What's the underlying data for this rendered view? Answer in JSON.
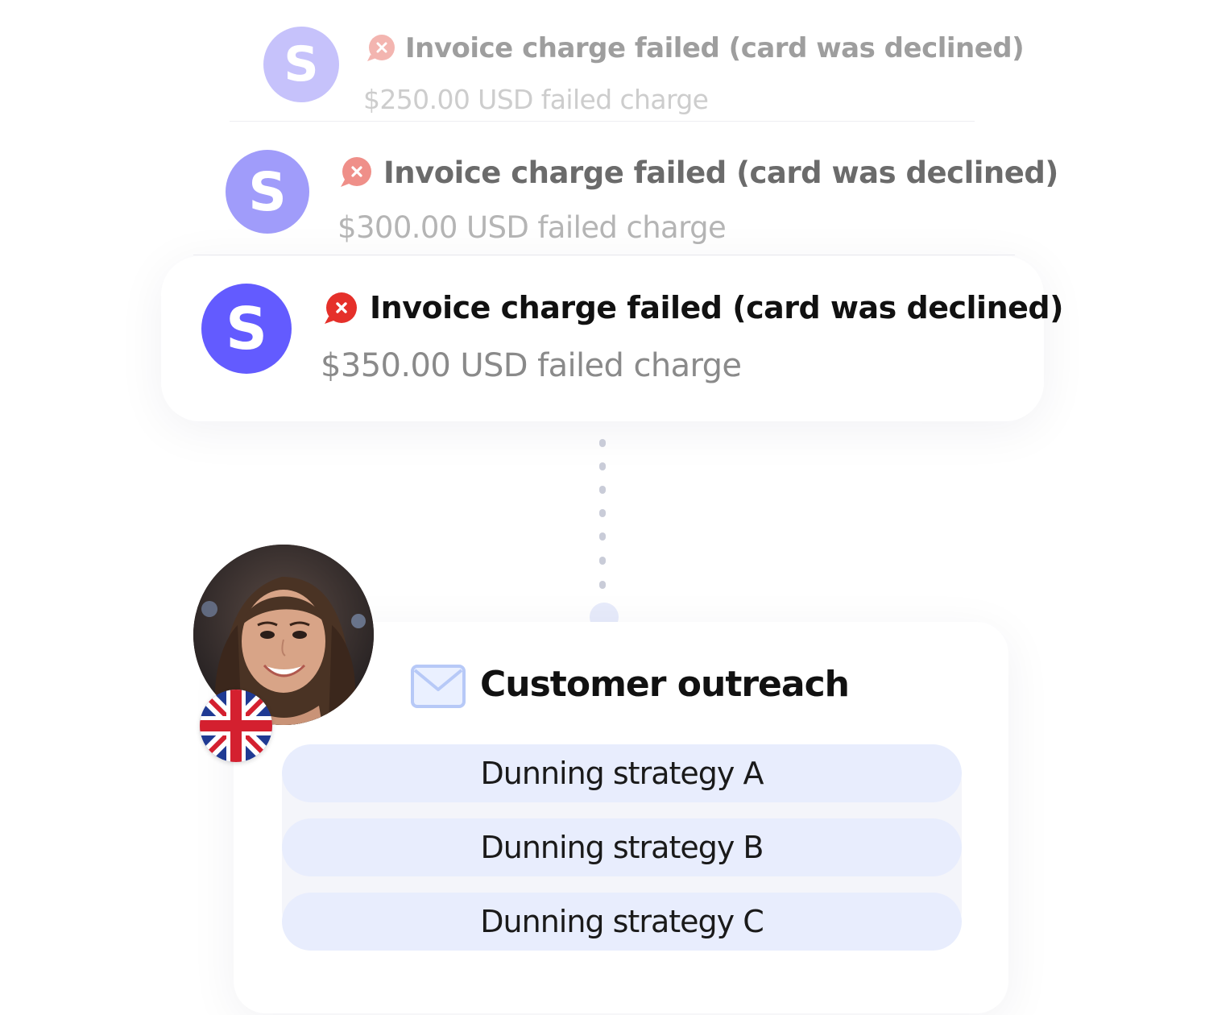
{
  "notifications": [
    {
      "logo_letter": "S",
      "title": "Invoice charge failed (card was declined)",
      "subtitle": "$250.00 USD failed charge",
      "logo_color": "#c6c2fb",
      "badge_color": "#f3b5b0",
      "title_color": "#9e9e9e",
      "subtitle_color": "#cdcdcd"
    },
    {
      "logo_letter": "S",
      "title": "Invoice charge failed (card was declined)",
      "subtitle": "$300.00 USD failed charge",
      "logo_color": "#a09cfa",
      "badge_color": "#ef8f89",
      "title_color": "#6b6b6b",
      "subtitle_color": "#b5b5b5"
    },
    {
      "logo_letter": "S",
      "title": "Invoice charge failed (card was declined)",
      "subtitle": "$350.00 USD failed charge",
      "logo_color": "#635bff",
      "badge_color": "#e5302a",
      "title_color": "#111111",
      "subtitle_color": "#8a8a8a"
    }
  ],
  "outreach": {
    "icon": "mail-icon",
    "title": "Customer outreach",
    "avatar": "customer-avatar",
    "flag": "uk-flag-icon",
    "strategies": [
      "Dunning strategy A",
      "Dunning strategy B",
      "Dunning strategy C"
    ]
  }
}
